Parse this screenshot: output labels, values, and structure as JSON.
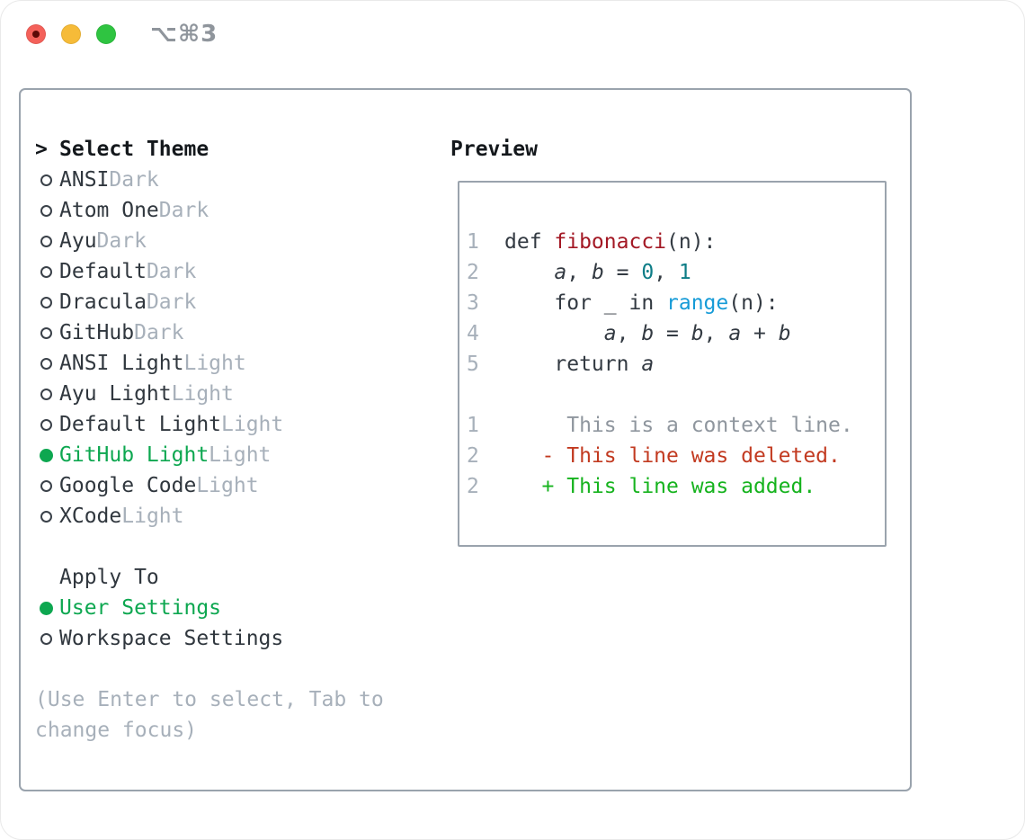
{
  "window": {
    "titlebar": {
      "shortcut": "⌥⌘3"
    },
    "traffic_lights": [
      "close",
      "minimize",
      "zoom"
    ]
  },
  "colors": {
    "accent_green": "#0da750",
    "text_dark": "#30373e",
    "text_muted": "#a7b0ba",
    "panel_border": "#9aa3ad",
    "syntax_function_red": "#a31824",
    "syntax_builtin_blue": "#169bd7",
    "syntax_number_teal": "#0e7d87",
    "diff_deleted_red": "#c23a20",
    "diff_added_green": "#16b31e",
    "light_red": "#f4615a",
    "light_yellow": "#f6bb38",
    "light_green": "#2fc441"
  },
  "theme_picker": {
    "header": {
      "prompt": ">",
      "label": "Select Theme"
    },
    "themes": [
      {
        "name": "ANSI",
        "variant": "Dark",
        "selected": false
      },
      {
        "name": "Atom One",
        "variant": "Dark",
        "selected": false
      },
      {
        "name": "Ayu",
        "variant": "Dark",
        "selected": false
      },
      {
        "name": "Default",
        "variant": "Dark",
        "selected": false
      },
      {
        "name": "Dracula",
        "variant": "Dark",
        "selected": false
      },
      {
        "name": "GitHub",
        "variant": "Dark",
        "selected": false
      },
      {
        "name": "ANSI Light",
        "variant": "Light",
        "selected": false
      },
      {
        "name": "Ayu Light",
        "variant": "Light",
        "selected": false
      },
      {
        "name": "Default Light",
        "variant": "Light",
        "selected": false
      },
      {
        "name": "GitHub Light",
        "variant": "Light",
        "selected": true
      },
      {
        "name": "Google Code",
        "variant": "Light",
        "selected": false
      },
      {
        "name": "XCode",
        "variant": "Light",
        "selected": false
      }
    ],
    "apply_to": {
      "label": "Apply To",
      "options": [
        {
          "name": "User Settings",
          "selected": true
        },
        {
          "name": "Workspace Settings",
          "selected": false
        }
      ]
    },
    "hint_line1": "(Use Enter to select, Tab to",
    "hint_line2": "change focus)"
  },
  "preview": {
    "title": "Preview",
    "lines": [
      {
        "num": "1",
        "tokens": [
          {
            "t": "def ",
            "c": "plain"
          },
          {
            "t": "fibonacci",
            "c": "func"
          },
          {
            "t": "(n):",
            "c": "plain"
          }
        ]
      },
      {
        "num": "2",
        "tokens": [
          {
            "t": "    ",
            "c": "plain"
          },
          {
            "t": "a",
            "c": "var"
          },
          {
            "t": ", ",
            "c": "plain"
          },
          {
            "t": "b",
            "c": "var"
          },
          {
            "t": " = ",
            "c": "plain"
          },
          {
            "t": "0",
            "c": "num"
          },
          {
            "t": ", ",
            "c": "plain"
          },
          {
            "t": "1",
            "c": "num"
          }
        ]
      },
      {
        "num": "3",
        "tokens": [
          {
            "t": "    for _ in ",
            "c": "plain"
          },
          {
            "t": "range",
            "c": "builtin"
          },
          {
            "t": "(n):",
            "c": "plain"
          }
        ]
      },
      {
        "num": "4",
        "tokens": [
          {
            "t": "        ",
            "c": "plain"
          },
          {
            "t": "a",
            "c": "var"
          },
          {
            "t": ", ",
            "c": "plain"
          },
          {
            "t": "b",
            "c": "var"
          },
          {
            "t": " = ",
            "c": "plain"
          },
          {
            "t": "b",
            "c": "var"
          },
          {
            "t": ", ",
            "c": "plain"
          },
          {
            "t": "a",
            "c": "var"
          },
          {
            "t": " + ",
            "c": "plain"
          },
          {
            "t": "b",
            "c": "var"
          }
        ]
      },
      {
        "num": "5",
        "tokens": [
          {
            "t": "    return ",
            "c": "plain"
          },
          {
            "t": "a",
            "c": "var"
          }
        ]
      },
      {
        "num": "",
        "tokens": []
      },
      {
        "num": "1",
        "tokens": [
          {
            "t": "     This is a context line.",
            "c": "context"
          }
        ]
      },
      {
        "num": "2",
        "tokens": [
          {
            "t": "   ",
            "c": "plain"
          },
          {
            "t": "- This line was deleted.",
            "c": "deleted"
          }
        ]
      },
      {
        "num": "2",
        "tokens": [
          {
            "t": "   ",
            "c": "plain"
          },
          {
            "t": "+ This line was added.",
            "c": "added"
          }
        ]
      }
    ]
  }
}
